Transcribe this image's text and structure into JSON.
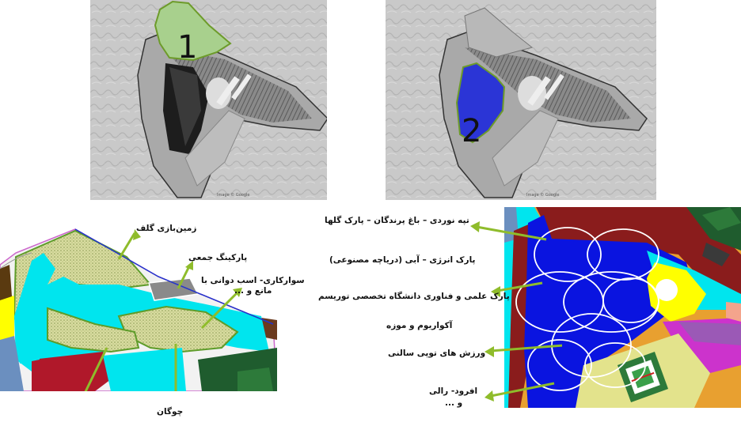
{
  "top_panels": [
    {
      "number": "1",
      "zone_color": "#a8d08d"
    },
    {
      "number": "2",
      "zone_color": "#2b35d6"
    }
  ],
  "left_map": {
    "labels": {
      "golf": "زمین‌بازی گلف",
      "parking": "پارکینگ جمعی",
      "riding_line1": "سوارکاری- اسب دوانی با",
      "riding_line2": "مانع و ...",
      "polo": "چوگان"
    }
  },
  "right_map": {
    "labels": {
      "hiking": "تپه نوردی – باغ پرندگان – پارک گلها",
      "energy_park": "پارک انرژی – آبی (دریاچه مصنوعی)",
      "science_park": "پارک علمی و فناوری دانشگاه تخصصی توریسم",
      "aquarium": "آکواریوم و موزه",
      "ball_sports": "ورزش های توپی سالنی",
      "rally_line1": "افرود- رالی",
      "rally_line2": "و ..."
    }
  },
  "colors": {
    "arrow": "#8fbc2b",
    "water": "#00e5ee",
    "lake": "#0a14e0",
    "zone_green": "#a8d08d"
  }
}
